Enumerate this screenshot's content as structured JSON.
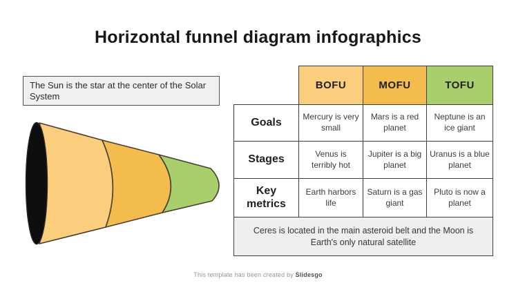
{
  "slide": {
    "title": "Horizontal funnel diagram infographics",
    "note": "The Sun is the star at the center of the Solar System",
    "credit_prefix": "This template has been created by ",
    "credit_brand": "Slidesgo"
  },
  "colors": {
    "bofu": "#FBCE7D",
    "mofu": "#F4BB4D",
    "tofu": "#A9CE6C",
    "funnel_mouth_black": "#0D0D0D",
    "funnel_outline": "#453F30",
    "note_background": "#F0F0F0",
    "table_footer_background": "#EFEFEF",
    "table_border": "#3D3D3D"
  },
  "funnel": {
    "segments": [
      {
        "name": "bofu-segment",
        "color": "#FBCE7D"
      },
      {
        "name": "mofu-segment",
        "color": "#F4BB4D"
      },
      {
        "name": "tofu-segment",
        "color": "#A9CE6C"
      }
    ],
    "mouth_color": "#0D0D0D"
  },
  "table": {
    "columns": [
      "BOFU",
      "MOFU",
      "TOFU"
    ],
    "column_colors": [
      "#FBCE7D",
      "#F4BB4D",
      "#A9CE6C"
    ],
    "rows": [
      {
        "label": "Goals",
        "cells": [
          "Mercury is very small",
          "Mars is a red planet",
          "Neptune is an ice giant"
        ]
      },
      {
        "label": "Stages",
        "cells": [
          "Venus is terribly hot",
          "Jupiter is a big planet",
          "Uranus is a blue planet"
        ]
      },
      {
        "label": "Key metrics",
        "cells": [
          "Earth harbors life",
          "Saturn is a gas giant",
          "Pluto is now a planet"
        ]
      }
    ],
    "footer": "Ceres is located in the main asteroid belt and the Moon is Earth's only natural satellite"
  }
}
